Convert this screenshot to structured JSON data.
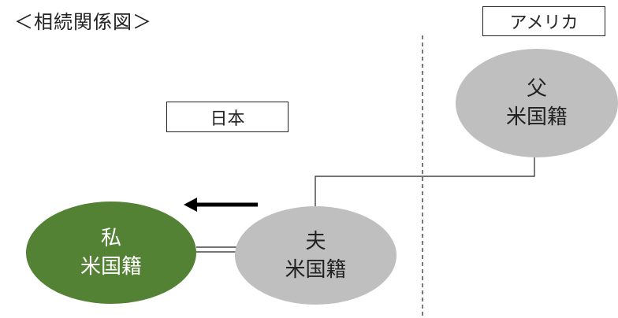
{
  "title": "＜相続関係図＞",
  "regions": {
    "japan": "日本",
    "america": "アメリカ"
  },
  "persons": {
    "me": {
      "name": "私",
      "nationality": "米国籍"
    },
    "husband": {
      "name": "夫",
      "nationality": "米国籍"
    },
    "father": {
      "name": "父",
      "nationality": "米国籍"
    }
  },
  "colors": {
    "me": "#548235",
    "others": "#bfbfbf"
  }
}
